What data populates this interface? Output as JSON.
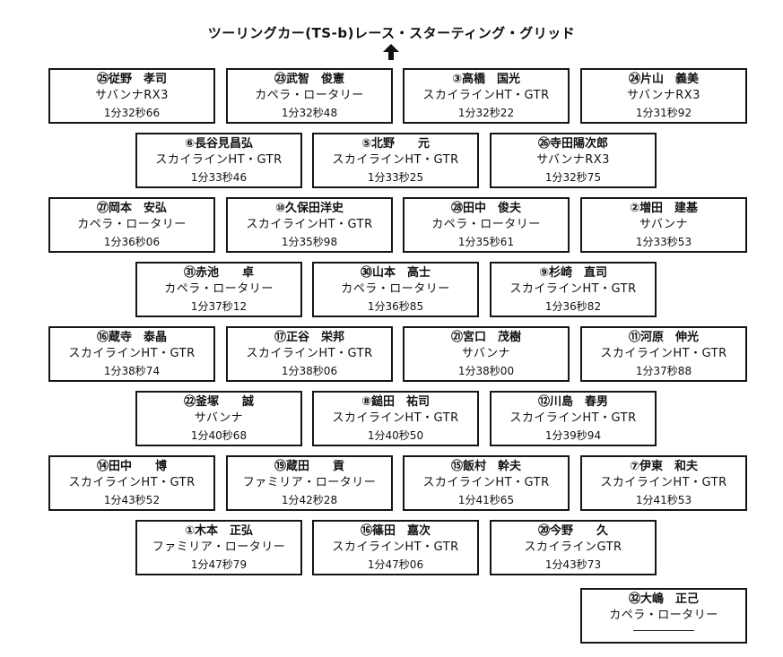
{
  "title": "ツーリングカー(TS-b)レース・スターティング・グリッド",
  "grid": [
    {
      "driver": "㉕従野　孝司",
      "car": "サバンナRX3",
      "time": "1分32秒66"
    },
    {
      "driver": "㉓武智　俊憲",
      "car": "カペラ・ロータリー",
      "time": "1分32秒48"
    },
    {
      "driver": "③高橋　国光",
      "car": "スカイラインHT・GTR",
      "time": "1分32秒22"
    },
    {
      "driver": "㉔片山　義美",
      "car": "サバンナRX3",
      "time": "1分31秒92"
    },
    {
      "driver": "⑥長谷見昌弘",
      "car": "スカイラインHT・GTR",
      "time": "1分33秒46"
    },
    {
      "driver": "⑤北野　　元",
      "car": "スカイラインHT・GTR",
      "time": "1分33秒25"
    },
    {
      "driver": "㉖寺田陽次郎",
      "car": "サバンナRX3",
      "time": "1分32秒75"
    },
    {
      "driver": "㉗岡本　安弘",
      "car": "カペラ・ロータリー",
      "time": "1分36秒06"
    },
    {
      "driver": "⑩久保田洋史",
      "car": "スカイラインHT・GTR",
      "time": "1分35秒98"
    },
    {
      "driver": "㉘田中　俊夫",
      "car": "カペラ・ロータリー",
      "time": "1分35秒61"
    },
    {
      "driver": "②増田　建基",
      "car": "サバンナ",
      "time": "1分33秒53"
    },
    {
      "driver": "㉛赤池　　卓",
      "car": "カペラ・ロータリー",
      "time": "1分37秒12"
    },
    {
      "driver": "㉚山本　高士",
      "car": "カペラ・ロータリー",
      "time": "1分36秒85"
    },
    {
      "driver": "⑨杉崎　直司",
      "car": "スカイラインHT・GTR",
      "time": "1分36秒82"
    },
    {
      "driver": "⑯蔵寺　泰晶",
      "car": "スカイラインHT・GTR",
      "time": "1分38秒74"
    },
    {
      "driver": "⑰正谷　栄邦",
      "car": "スカイラインHT・GTR",
      "time": "1分38秒06"
    },
    {
      "driver": "㉑宮口　茂樹",
      "car": "サバンナ",
      "time": "1分38秒00"
    },
    {
      "driver": "⑪河原　伸光",
      "car": "スカイラインHT・GTR",
      "time": "1分37秒88"
    },
    {
      "driver": "㉒釜塚　　誠",
      "car": "サバンナ",
      "time": "1分40秒68"
    },
    {
      "driver": "⑧鎚田　祐司",
      "car": "スカイラインHT・GTR",
      "time": "1分40秒50"
    },
    {
      "driver": "⑫川島　春男",
      "car": "スカイラインHT・GTR",
      "time": "1分39秒94"
    },
    {
      "driver": "⑭田中　　博",
      "car": "スカイラインHT・GTR",
      "time": "1分43秒52"
    },
    {
      "driver": "⑲蔵田　　貢",
      "car": "ファミリア・ロータリー",
      "time": "1分42秒28"
    },
    {
      "driver": "⑮飯村　幹夫",
      "car": "スカイラインHT・GTR",
      "time": "1分41秒65"
    },
    {
      "driver": "⑦伊東　和夫",
      "car": "スカイラインHT・GTR",
      "time": "1分41秒53"
    },
    {
      "driver": "①木本　正弘",
      "car": "ファミリア・ロータリー",
      "time": "1分47秒79"
    },
    {
      "driver": "⑯篠田　嘉次",
      "car": "スカイラインHT・GTR",
      "time": "1分47秒06"
    },
    {
      "driver": "⑳今野　　久",
      "car": "スカイラインGTR",
      "time": "1分43秒73"
    },
    {
      "driver": "㉜大嶋　正己",
      "car": "カペラ・ロータリー",
      "time": ""
    }
  ]
}
